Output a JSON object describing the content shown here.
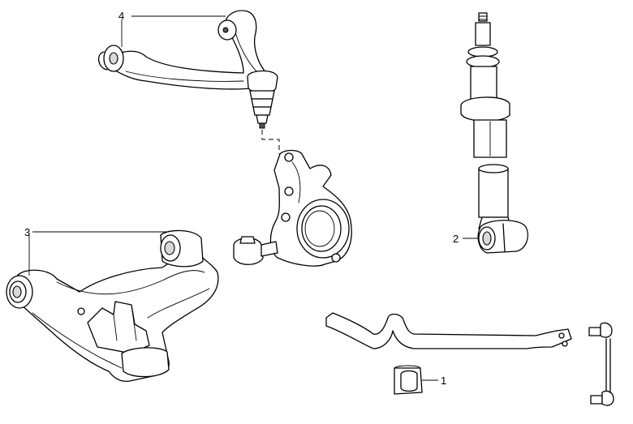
{
  "diagram": {
    "callouts": [
      {
        "id": "stabilizer-bushing",
        "label": "1"
      },
      {
        "id": "shock-absorber",
        "label": "2"
      },
      {
        "id": "lower-control-arm",
        "label": "3"
      },
      {
        "id": "upper-control-arm",
        "label": "4"
      }
    ],
    "colors": {
      "line": "#000000",
      "background": "#ffffff",
      "shade": "#d8d8d8"
    }
  }
}
